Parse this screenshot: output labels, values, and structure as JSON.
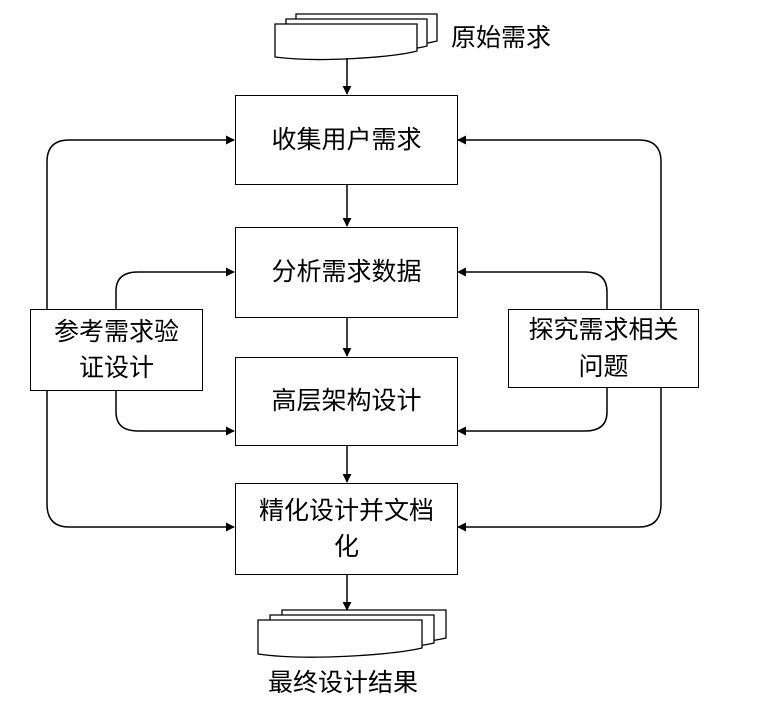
{
  "diagram": {
    "input_label": "原始需求",
    "output_label": "最终设计结果",
    "steps": {
      "collect": "收集用户需求",
      "analyze": "分析需求数据",
      "architecture": "高层架构设计",
      "refine": "精化设计并文档化"
    },
    "side": {
      "verify": "参考需求验证设计",
      "explore": "探究需求相关问题"
    }
  },
  "colors": {
    "stroke": "#000000",
    "background": "#ffffff"
  }
}
